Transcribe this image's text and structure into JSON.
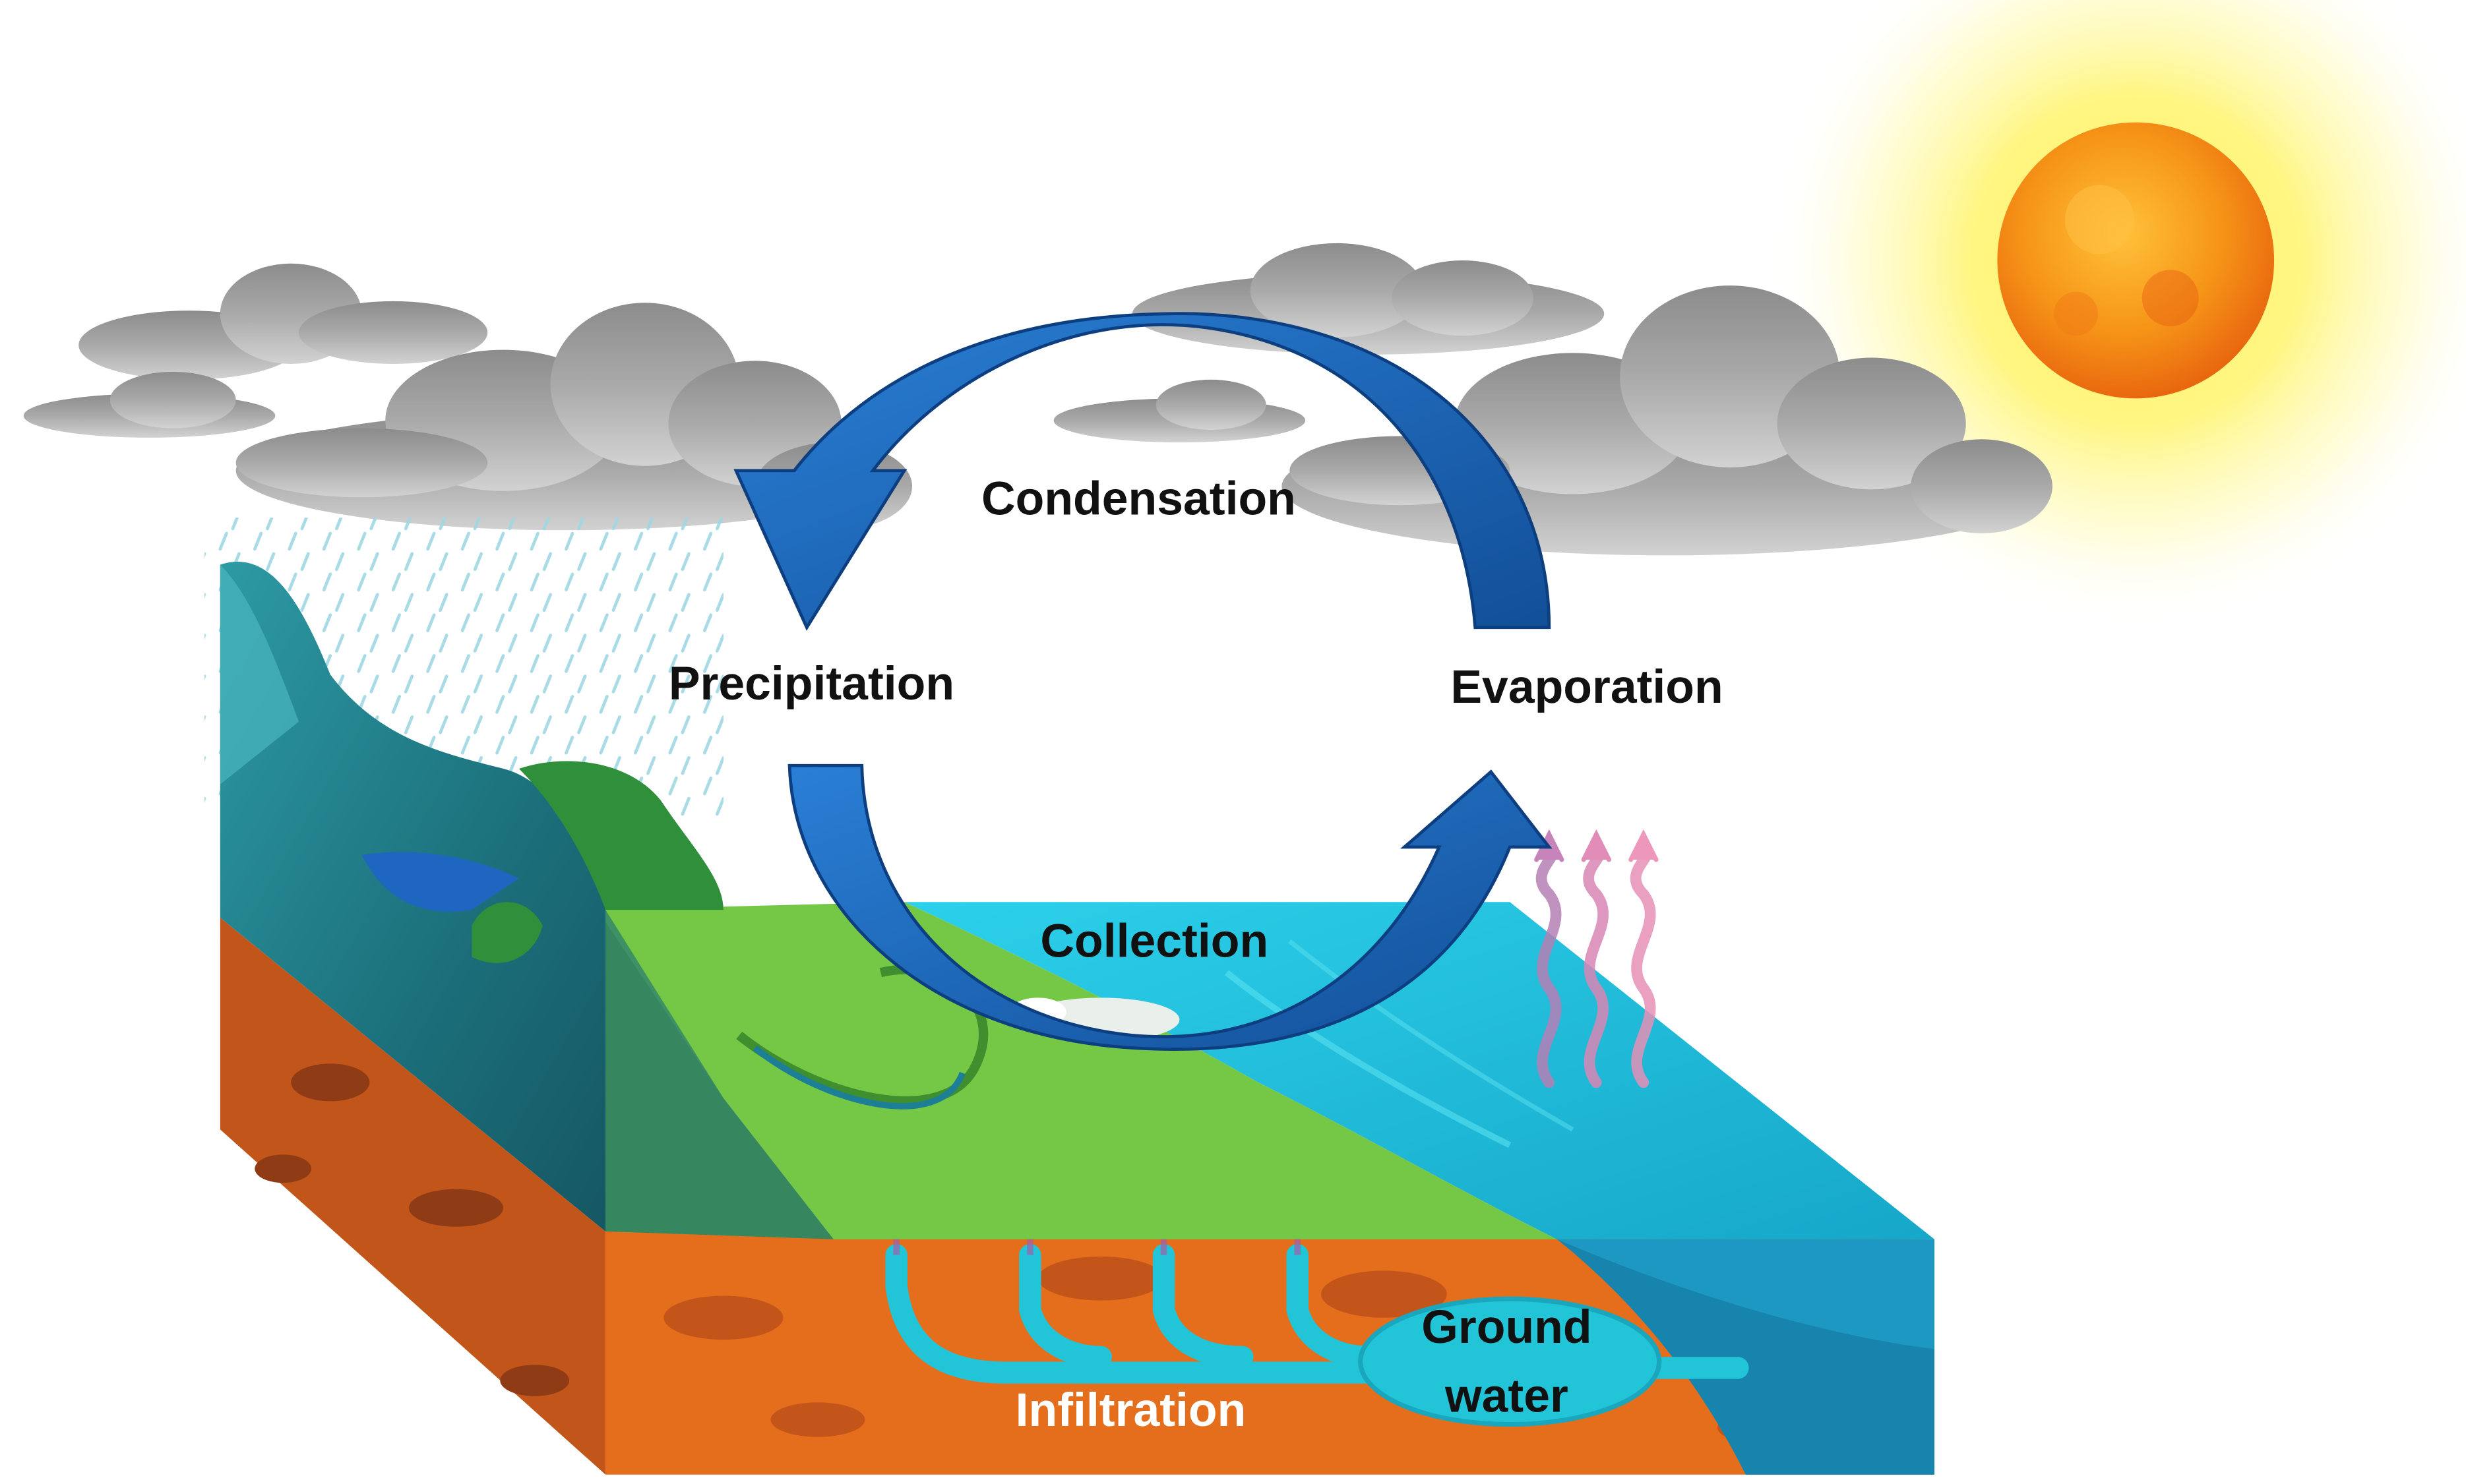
{
  "diagram": {
    "labels": {
      "condensation": "Condensation",
      "precipitation": "Precipitation",
      "evaporation": "Evaporation",
      "collection": "Collection",
      "infiltration": "Infiltration",
      "ground_water_line1": "Ground",
      "ground_water_line2": "water"
    },
    "colors": {
      "cycle_arrow": "#1b63b0",
      "cycle_arrow_dark": "#0d3f80",
      "ocean": "#19b8d6",
      "grass": "#72c842",
      "soil": "#e06b1a",
      "mountain": "#1f7f8a",
      "sun": "#f7a21a",
      "cloud": "#9a9a9a",
      "label_dark": "#111111",
      "label_light": "#ffffff"
    }
  }
}
